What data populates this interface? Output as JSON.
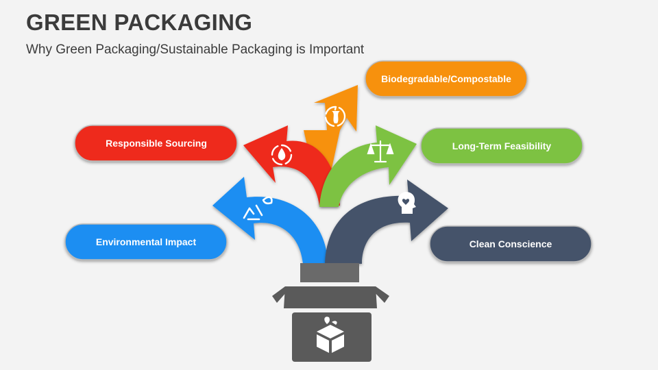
{
  "slide": {
    "title": "GREEN PACKAGING",
    "subtitle": "Why Green Packaging/Sustainable Packaging is Important"
  },
  "items": [
    {
      "label": "Environmental Impact",
      "color": "#1a8ef2",
      "icon": "recycle-leaf-icon"
    },
    {
      "label": "Responsible Sourcing",
      "color": "#ee2a1a",
      "icon": "recycle-leaf-drop-icon"
    },
    {
      "label": "Biodegradable/Compostable",
      "color": "#f7910f",
      "icon": "apple-core-cycle-icon"
    },
    {
      "label": "Long-Term Feasibility",
      "color": "#7dc242",
      "icon": "balance-scale-icon"
    },
    {
      "label": "Clean Conscience",
      "color": "#44536a",
      "icon": "head-heart-icon"
    }
  ],
  "box": {
    "color": "#5a5a5a",
    "icon": "cube-leaf-icon"
  }
}
